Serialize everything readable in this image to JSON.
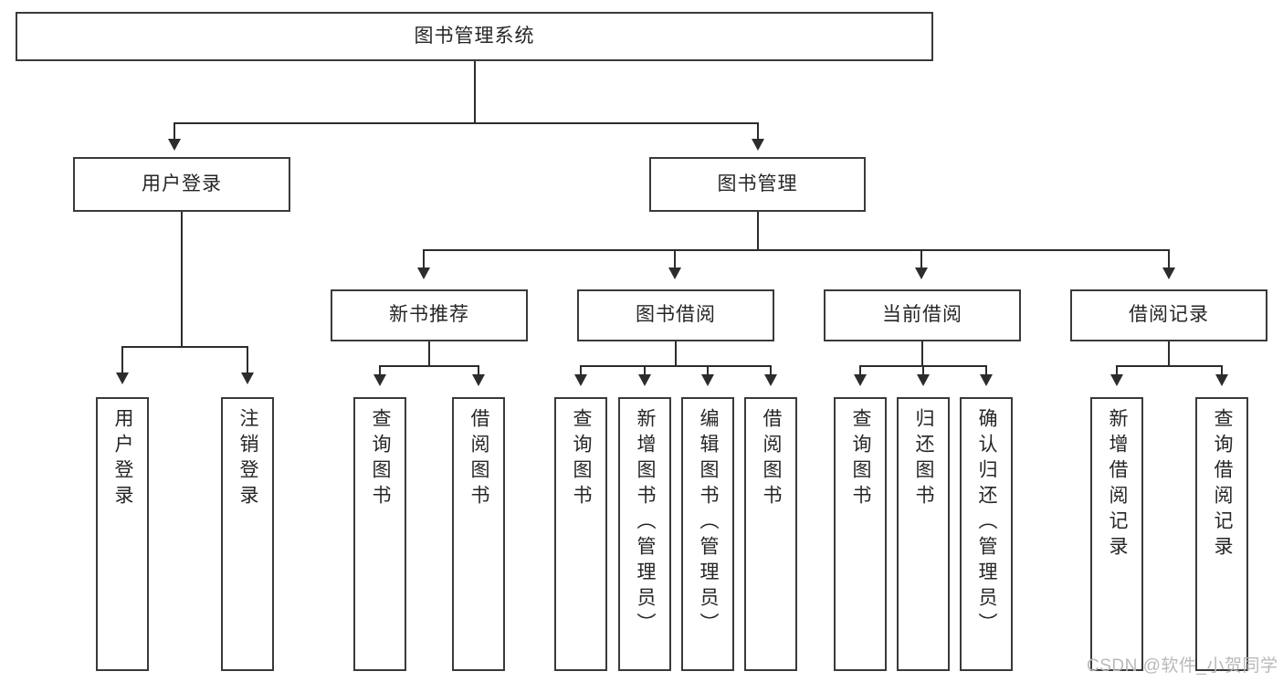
{
  "diagram": {
    "title": "图书管理系统",
    "watermark": "CSDN @软件_小贺同学",
    "root": {
      "label": "图书管理系统"
    },
    "level2": [
      {
        "label": "用户登录"
      },
      {
        "label": "图书管理"
      }
    ],
    "level3": [
      {
        "label": "新书推荐"
      },
      {
        "label": "图书借阅"
      },
      {
        "label": "当前借阅"
      },
      {
        "label": "借阅记录"
      }
    ],
    "leaves": {
      "user_login": [
        {
          "label": "用户登录"
        },
        {
          "label": "注销登录"
        }
      ],
      "new_book_recommend": [
        {
          "label": "查询图书"
        },
        {
          "label": "借阅图书"
        }
      ],
      "book_borrow": [
        {
          "label": "查询图书"
        },
        {
          "label": "新增图书（管理员）"
        },
        {
          "label": "编辑图书（管理员）"
        },
        {
          "label": "借阅图书"
        }
      ],
      "current_borrow": [
        {
          "label": "查询图书"
        },
        {
          "label": "归还图书"
        },
        {
          "label": "确认归还（管理员）"
        }
      ],
      "borrow_record": [
        {
          "label": "新增借阅记录"
        },
        {
          "label": "查询借阅记录"
        }
      ]
    },
    "colors": {
      "border": "#3a3a3a",
      "connector": "#2c2c2c",
      "text": "#262626",
      "background": "#ffffff",
      "watermark": "#b9b9b9"
    }
  }
}
